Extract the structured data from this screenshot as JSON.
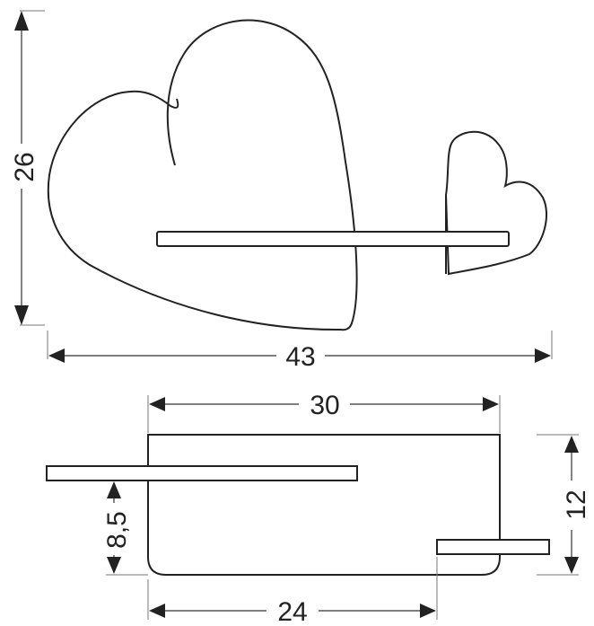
{
  "dimensions": {
    "height_front": "26",
    "width_front": "43",
    "width_top": "30",
    "depth_right": "12",
    "shelf_height": "8,5",
    "width_bottom": "24"
  }
}
